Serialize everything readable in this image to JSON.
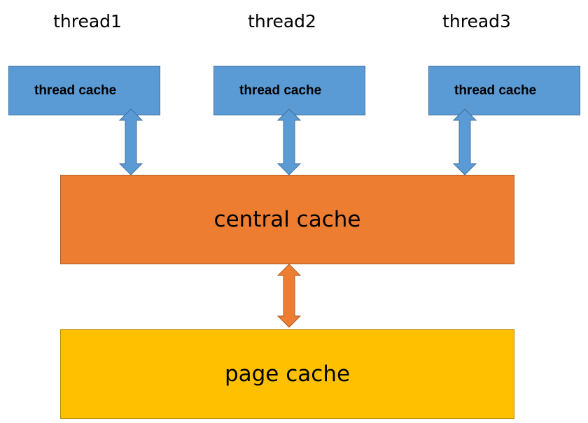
{
  "threads": [
    {
      "label": "thread1",
      "cache_label": "thread cache"
    },
    {
      "label": "thread2",
      "cache_label": "thread cache"
    },
    {
      "label": "thread3",
      "cache_label": "thread cache"
    }
  ],
  "central_cache": {
    "label": "central cache"
  },
  "page_cache": {
    "label": "page cache"
  },
  "colors": {
    "thread_cache_fill": "#5b9bd5",
    "central_cache_fill": "#ed7d31",
    "page_cache_fill": "#ffc000",
    "blue_arrow_fill": "#5b9bd5",
    "blue_arrow_stroke": "#41719c",
    "orange_arrow_fill": "#ed7d31",
    "orange_arrow_stroke": "#ae5a21"
  }
}
